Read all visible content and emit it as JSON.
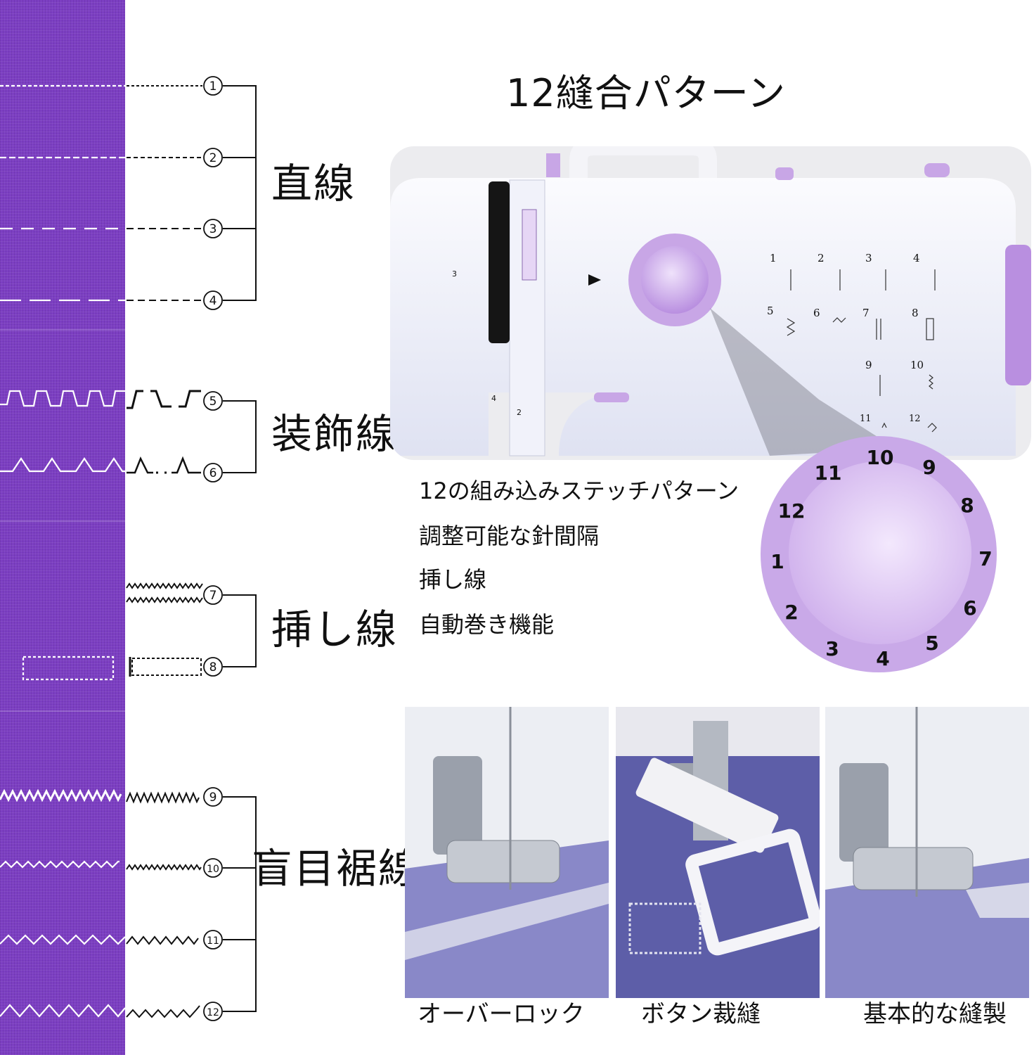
{
  "title": "12縫合パターン",
  "categories": {
    "straight": "直線",
    "decorative": "装飾線",
    "insert": "挿し線",
    "blind_hem": "盲目裾線"
  },
  "stitch_numbers": [
    "1",
    "2",
    "3",
    "4",
    "5",
    "6",
    "7",
    "8",
    "9",
    "10",
    "11",
    "12"
  ],
  "features": [
    "12の組み込みステッチパターン",
    "調整可能な針間隔",
    "挿し線",
    "自動巻き機能"
  ],
  "panel_pattern_numbers": [
    "1",
    "2",
    "3",
    "4",
    "5",
    "6",
    "7",
    "8",
    "9",
    "10",
    "11",
    "12"
  ],
  "dial_numbers": [
    "10",
    "9",
    "8",
    "7",
    "6",
    "5",
    "4",
    "3",
    "2",
    "1",
    "12",
    "11"
  ],
  "bobbin_labels": {
    "a": "3",
    "b": "4",
    "c": "2"
  },
  "photos": [
    {
      "caption": "オーバーロック"
    },
    {
      "caption": "ボタン裁縫"
    },
    {
      "caption": "基本的な縫製"
    }
  ],
  "colors": {
    "fabric": "#7c3fc2",
    "accent_lilac": "#c8a6e6",
    "denim": "#6b6ab0"
  }
}
